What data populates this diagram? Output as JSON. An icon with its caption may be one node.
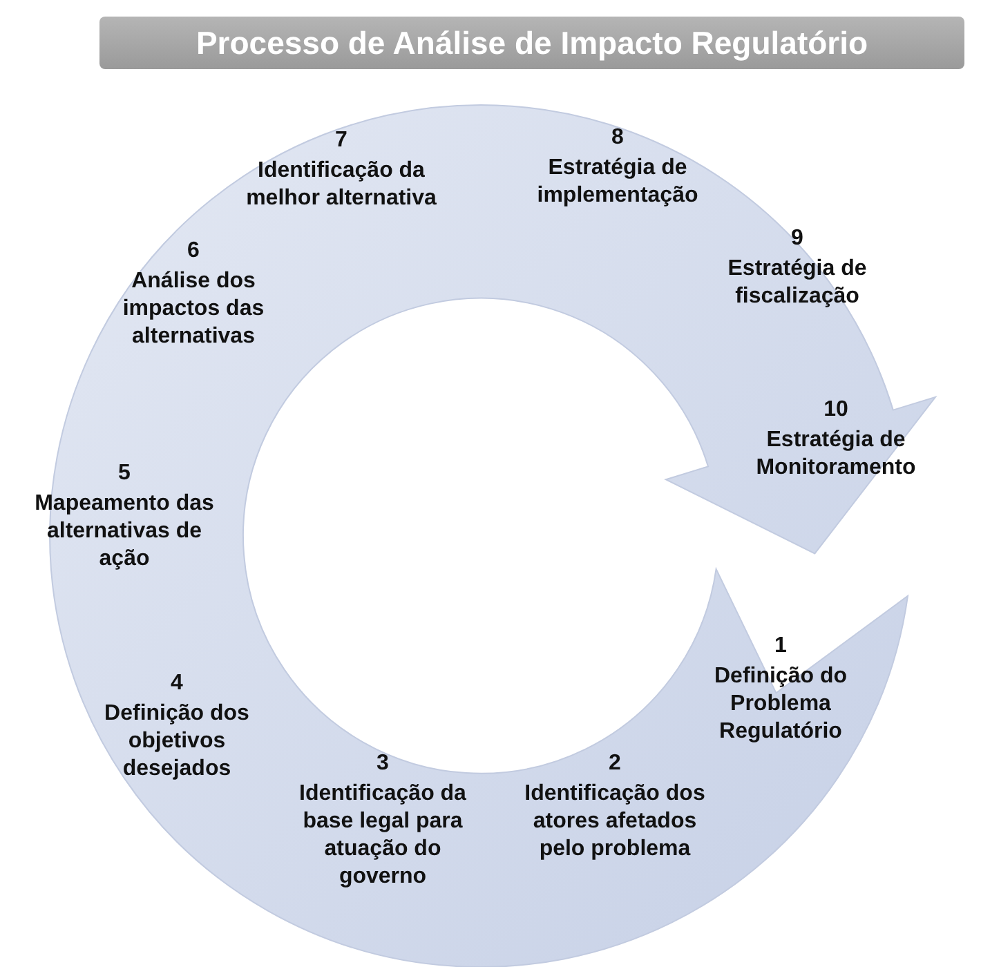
{
  "diagram": {
    "title": "Processo de Análise de Impacto Regulatório",
    "labels": [
      "1",
      "Definição do Problema Regulatório",
      "2",
      "Identificação dos atores afetados pelo problema",
      "3",
      "Identificação da base legal para atuação do governo",
      "4",
      "Definição dos objetivos desejados",
      "5",
      "Mapeamento das alternativas de ação",
      "6",
      "Análise dos impactos das alternativas",
      "7",
      "Identificação da melhor alternativa",
      "8",
      "Estratégia de implementação",
      "9",
      "Estratégia de fiscalização",
      "10",
      "Estratégia de Monitoramento"
    ]
  }
}
